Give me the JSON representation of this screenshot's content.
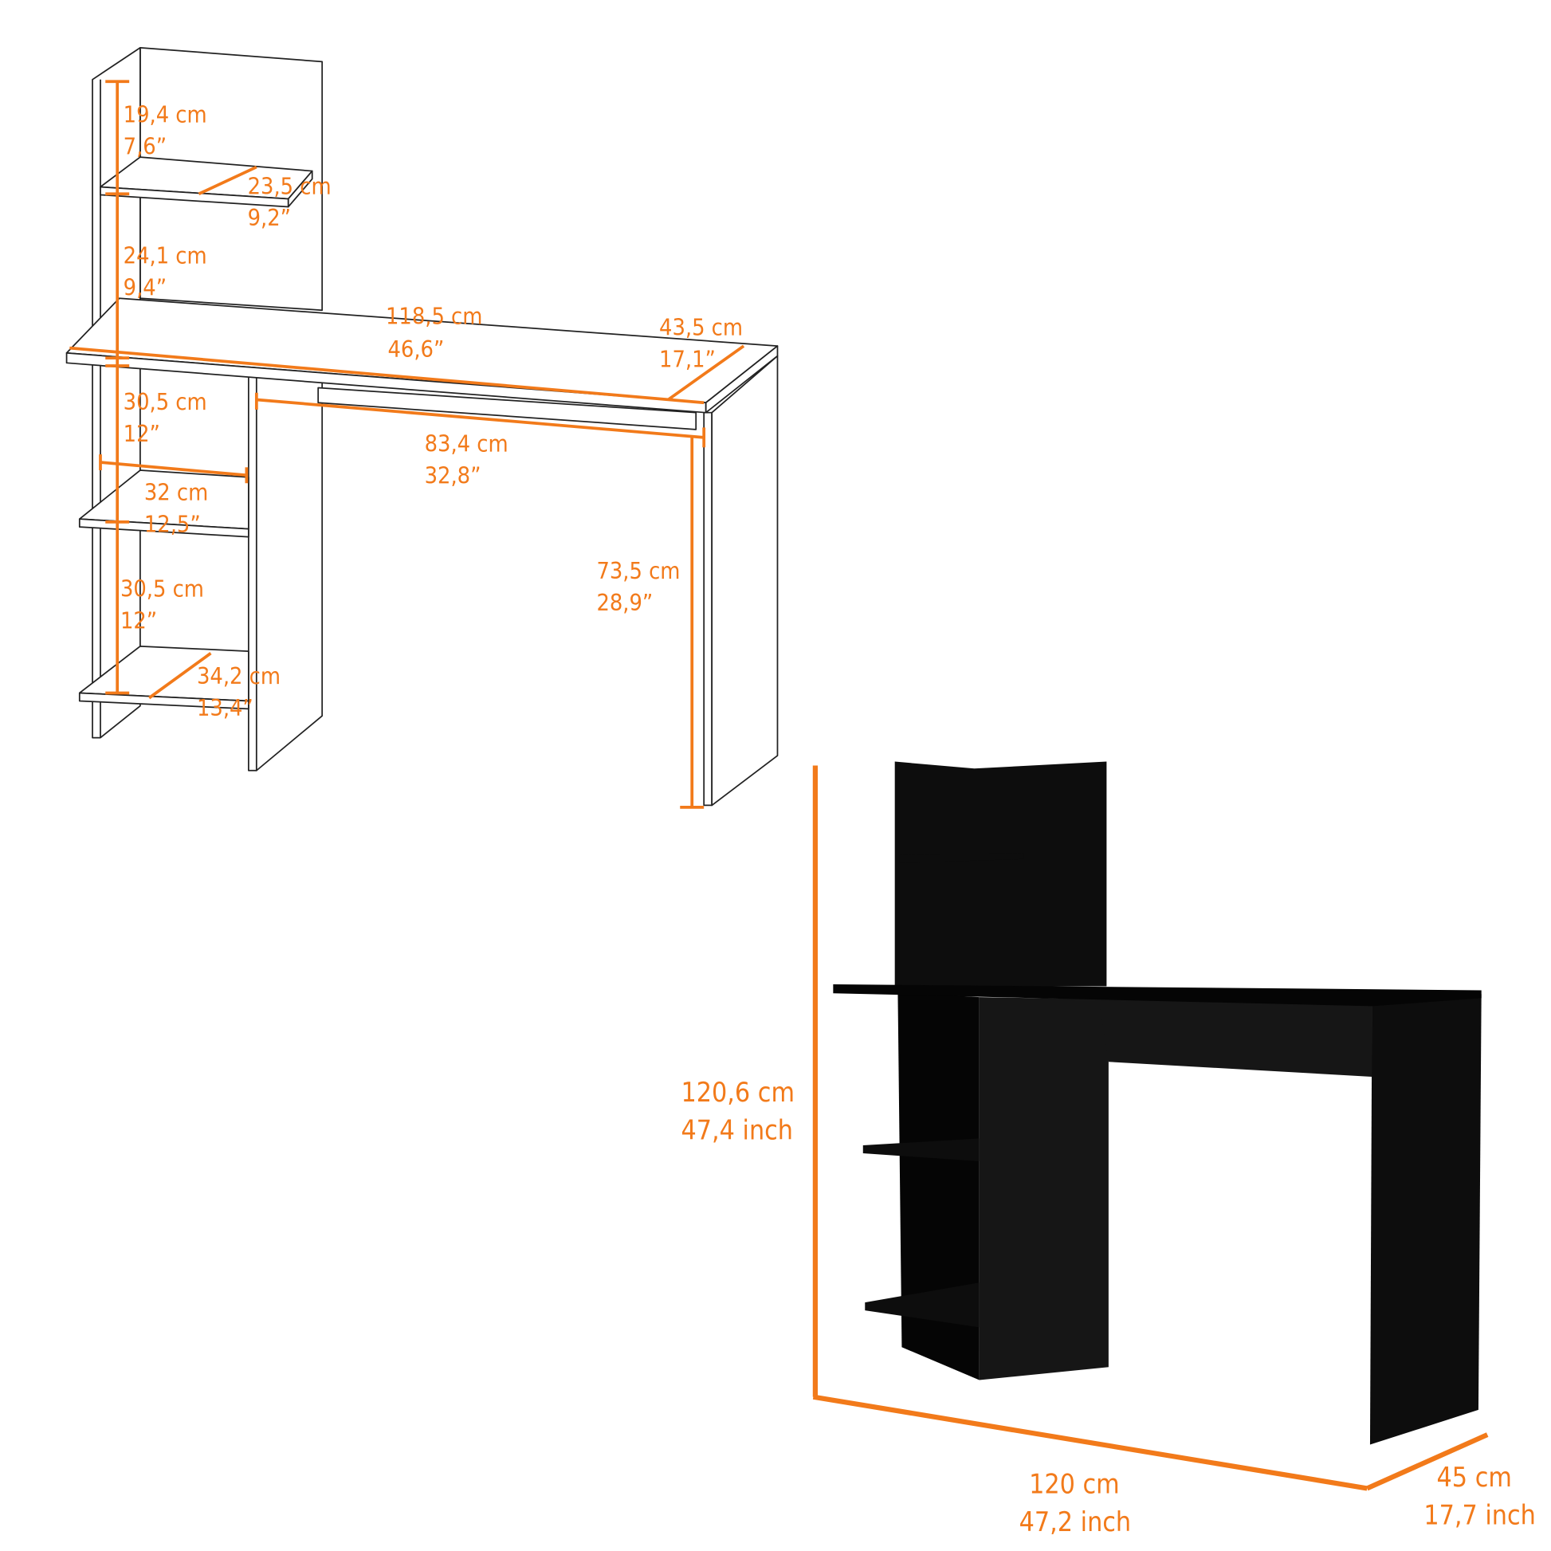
{
  "colors": {
    "dimension": "#f27a1a",
    "desk": "#0d0d0d",
    "line_drawing": "#222222"
  },
  "line_drawing_labels": {
    "top_gap": {
      "cm": "19,4 cm",
      "in": "7,6”"
    },
    "top_shelf_depth": {
      "cm": "23,5 cm",
      "in": "9,2”"
    },
    "upper_gap": {
      "cm": "24,1 cm",
      "in": "9,4”"
    },
    "desk_width": {
      "cm": "118,5 cm",
      "in": "46,6”"
    },
    "desk_depth": {
      "cm": "43,5 cm",
      "in": "17,1”"
    },
    "lower_gap_1": {
      "cm": "30,5 cm",
      "in": "12”"
    },
    "shelf_width": {
      "cm": "32 cm",
      "in": "12,5”"
    },
    "knee_width": {
      "cm": "83,4 cm",
      "in": "32,8”"
    },
    "desk_height": {
      "cm": "73,5 cm",
      "in": "28,9”"
    },
    "lower_gap_2": {
      "cm": "30,5 cm",
      "in": "12”"
    },
    "bottom_shelf_depth": {
      "cm": "34,2 cm",
      "in": "13,4”"
    }
  },
  "photo_labels": {
    "height": {
      "cm": "120,6 cm",
      "in": "47,4 inch"
    },
    "width": {
      "cm": "120 cm",
      "in": "47,2 inch"
    },
    "depth": {
      "cm": "45 cm",
      "in": "17,7 inch"
    }
  }
}
